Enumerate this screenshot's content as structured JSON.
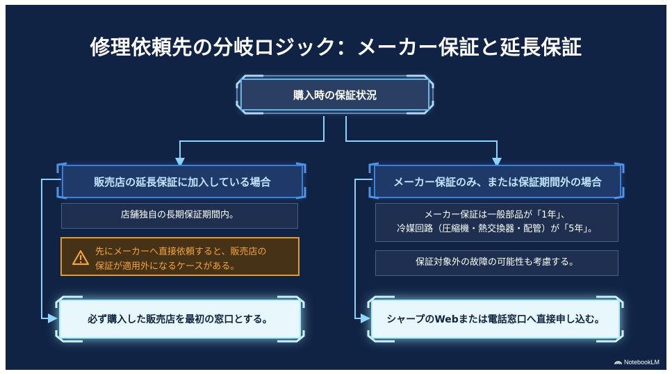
{
  "title": "修理依頼先の分岐ロジック：メーカー保証と延長保証",
  "root": {
    "label": "購入時の保証状況"
  },
  "left": {
    "heading": "販売店の延長保証に加入している場合",
    "note": "店舗独自の長期保証期間内。",
    "warning": {
      "line1": "先にメーカーへ直接依頼すると、販売店の",
      "line2": "保証が適用外になるケースがある。"
    },
    "action": "必ず購入した販売店を最初の窓口とする。"
  },
  "right": {
    "heading": "メーカー保証のみ、または保証期間外の場合",
    "note": {
      "line1": "メーカー保証は一般部品が「1年」、",
      "line2": "冷媒回路（圧縮機・熱交換器・配管）が「5年」。"
    },
    "note2": "保証対象外の故障の可能性も考慮する。",
    "action": "シャープのWebまたは電話窓口へ直接申し込む。"
  },
  "brand": {
    "label": "NotebookLM",
    "icon": "notebooklm-logo"
  },
  "colors": {
    "background": "#112345",
    "connector": "#8fd4ff",
    "warning": "#f6a33b",
    "heading_text": "#bfe4ff"
  }
}
